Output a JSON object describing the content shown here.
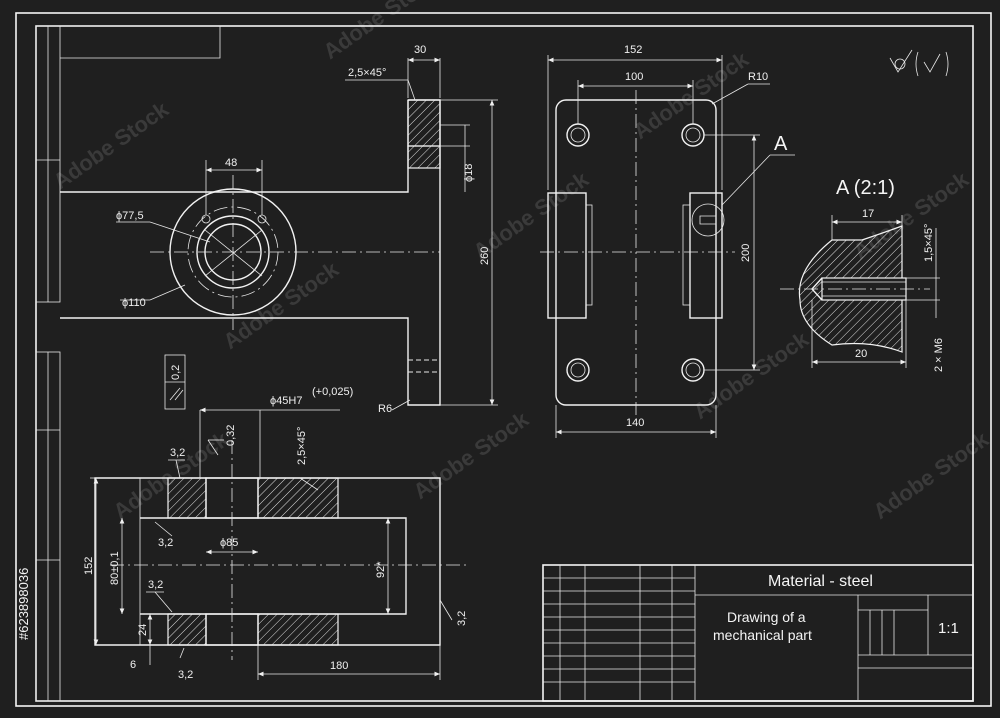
{
  "title_block": {
    "material": "Material - steel",
    "drawing_line1": "Drawing of a",
    "drawing_line2": "mechanical part",
    "scale": "1:1"
  },
  "stock_id": "#623898036",
  "watermark": "Adobe Stock",
  "detail": {
    "callout": "A",
    "view_title": "A (2:1)",
    "dims": {
      "top": "17",
      "chamfer": "1,5×45°",
      "bottom": "20",
      "thread": "2 × M6"
    }
  },
  "front_view": {
    "dims": {
      "d77": "ϕ77,5",
      "d110": "ϕ110",
      "c48": "48",
      "w30": "30",
      "ch25": "2,5×45°",
      "d18": "ϕ18",
      "h260": "260",
      "r6": "R6"
    }
  },
  "side_view": {
    "dims": {
      "w152": "152",
      "w100": "100",
      "r10": "R10",
      "h200": "200",
      "w140": "140"
    }
  },
  "section_view": {
    "dims": {
      "tol02": "0,2",
      "fit": "ϕ45H7",
      "fit_tol": "(+0,025)",
      "r032": "0,32",
      "ch25b": "2,5×45°",
      "r32a": "3,2",
      "r32b": "3,2",
      "r32c": "3,2",
      "r32d": "3,2",
      "r32e": "3,2",
      "d85": "ϕ85",
      "h152": "152",
      "h80": "80±0,1",
      "h92": "92*",
      "h24": "24",
      "h6": "6",
      "w180": "180"
    }
  },
  "surface_symbol": "√(√)"
}
